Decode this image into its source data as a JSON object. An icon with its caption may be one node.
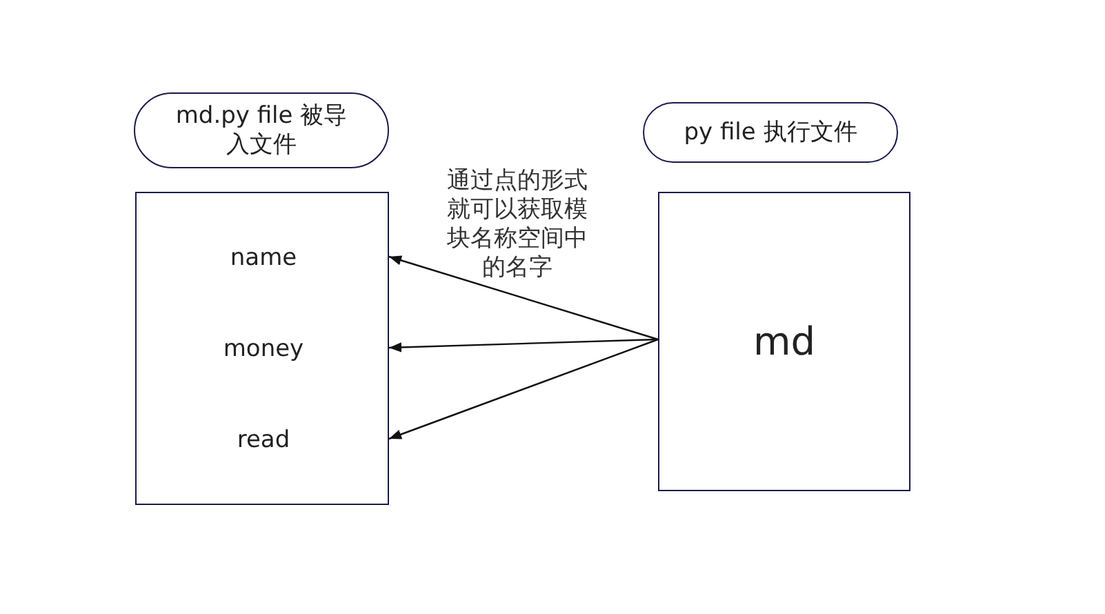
{
  "diagram": {
    "nodes": [
      {
        "text": [
          "md.py file 被导入文件"
        ]
      },
      {
        "text": [
          "py file 执行文件"
        ]
      },
      {
        "text": [],
        "shape": "box"
      },
      {
        "text": [
          "name"
        ],
        "in": 2
      },
      {
        "text": [
          "money"
        ],
        "in": 2
      },
      {
        "text": [
          "read"
        ],
        "in": 2
      },
      {
        "text": [
          "md"
        ]
      }
    ],
    "edges": [
      {
        "from": 6,
        "to": 3,
        "arrow": "to"
      },
      {
        "from": 6,
        "to": 4,
        "arrow": "to"
      },
      {
        "from": 6,
        "to": 5,
        "arrow": "to"
      }
    ],
    "labels": [
      "通过点的形式就可以获取模块名称空间中的名字"
    ]
  }
}
